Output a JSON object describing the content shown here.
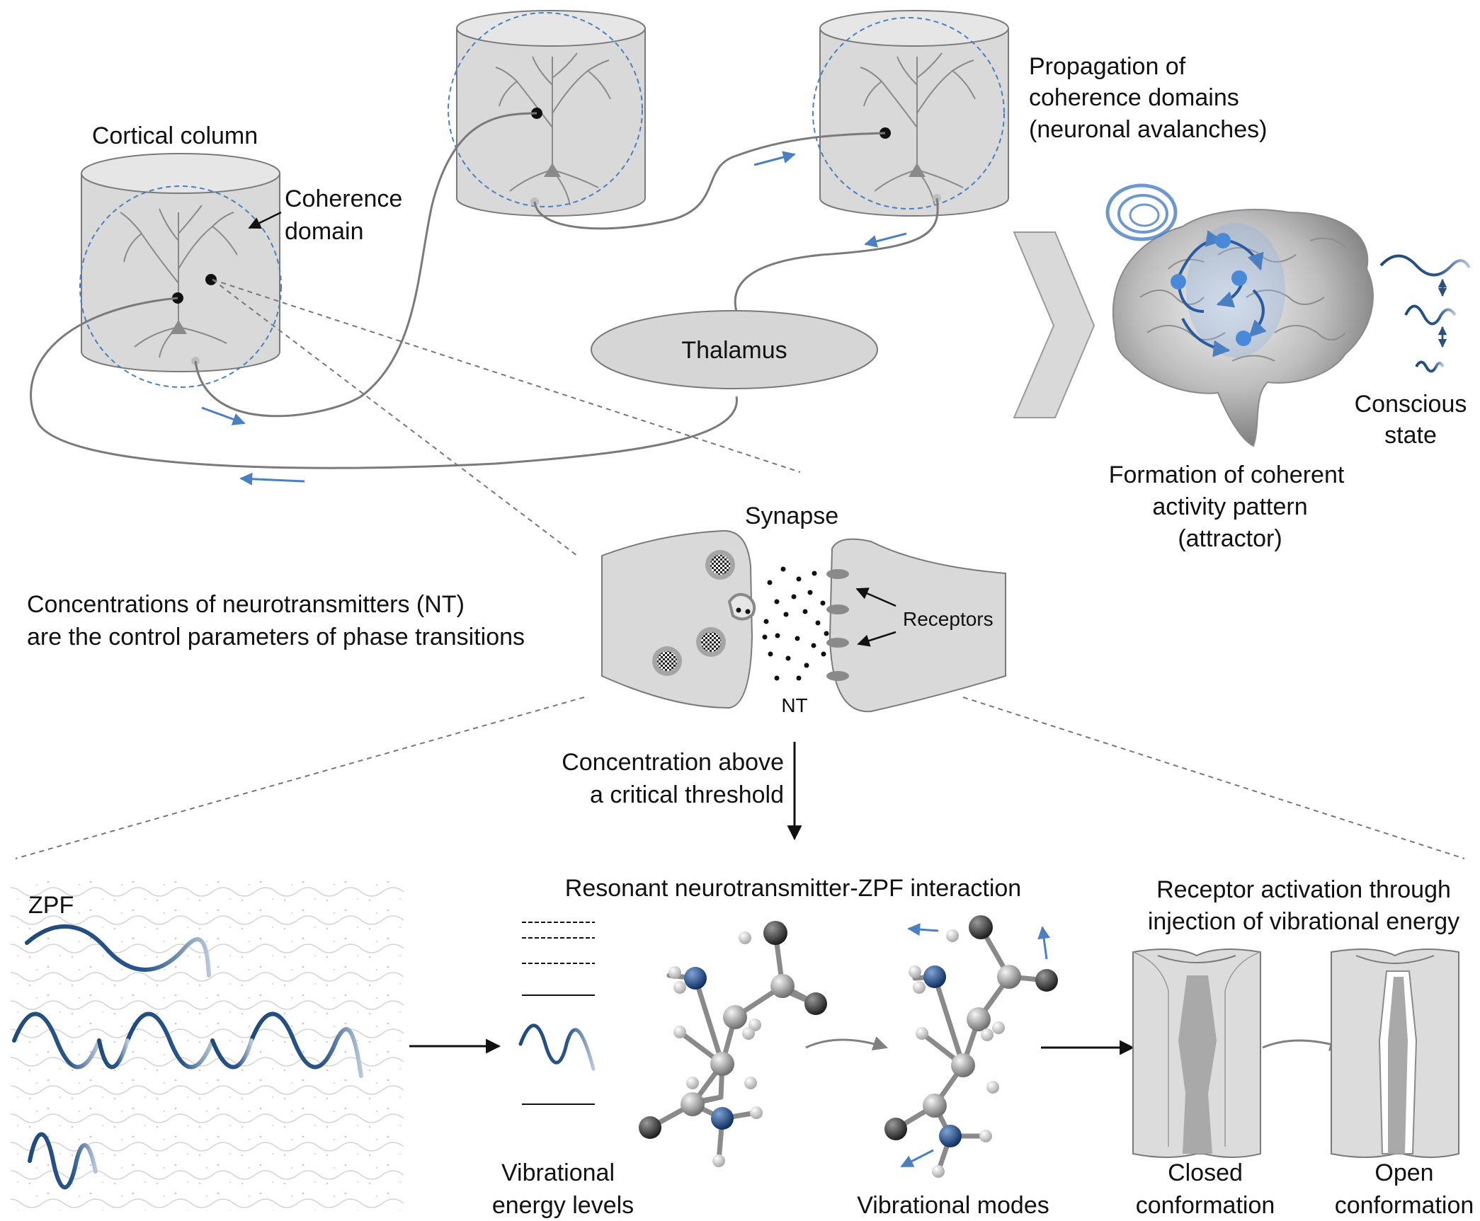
{
  "labels": {
    "cortical_column": "Cortical column",
    "coherence_domain_1": "Coherence",
    "coherence_domain_2": "domain",
    "propagation_1": "Propagation of",
    "propagation_2": "coherence domains",
    "propagation_3": "(neuronal avalanches)",
    "thalamus": "Thalamus",
    "formation_1": "Formation of coherent",
    "formation_2": "activity pattern",
    "formation_3": "(attractor)",
    "conscious_1": "Conscious",
    "conscious_2": "state",
    "synapse": "Synapse",
    "receptors": "Receptors",
    "nt": "NT",
    "concentrations_1": "Concentrations of neurotransmitters (NT)",
    "concentrations_2": "are the control parameters of phase transitions",
    "threshold_1": "Concentration above",
    "threshold_2": "a critical threshold",
    "zpf": "ZPF",
    "resonant": "Resonant neurotransmitter-ZPF  interaction",
    "receptor_activation_1": "Receptor activation through",
    "receptor_activation_2": "injection of vibrational energy",
    "vibrational_levels_1": "Vibrational",
    "vibrational_levels_2": "energy levels",
    "vibrational_modes": "Vibrational modes",
    "closed_1": "Closed",
    "closed_2": "conformation",
    "open_1": "Open",
    "open_2": "conformation"
  },
  "colors": {
    "accent_blue": "#4a7fc1",
    "wave_blue": "#1f4a7a",
    "gray_fill": "#d9d9d9",
    "stroke_gray": "#7a7a7a"
  }
}
